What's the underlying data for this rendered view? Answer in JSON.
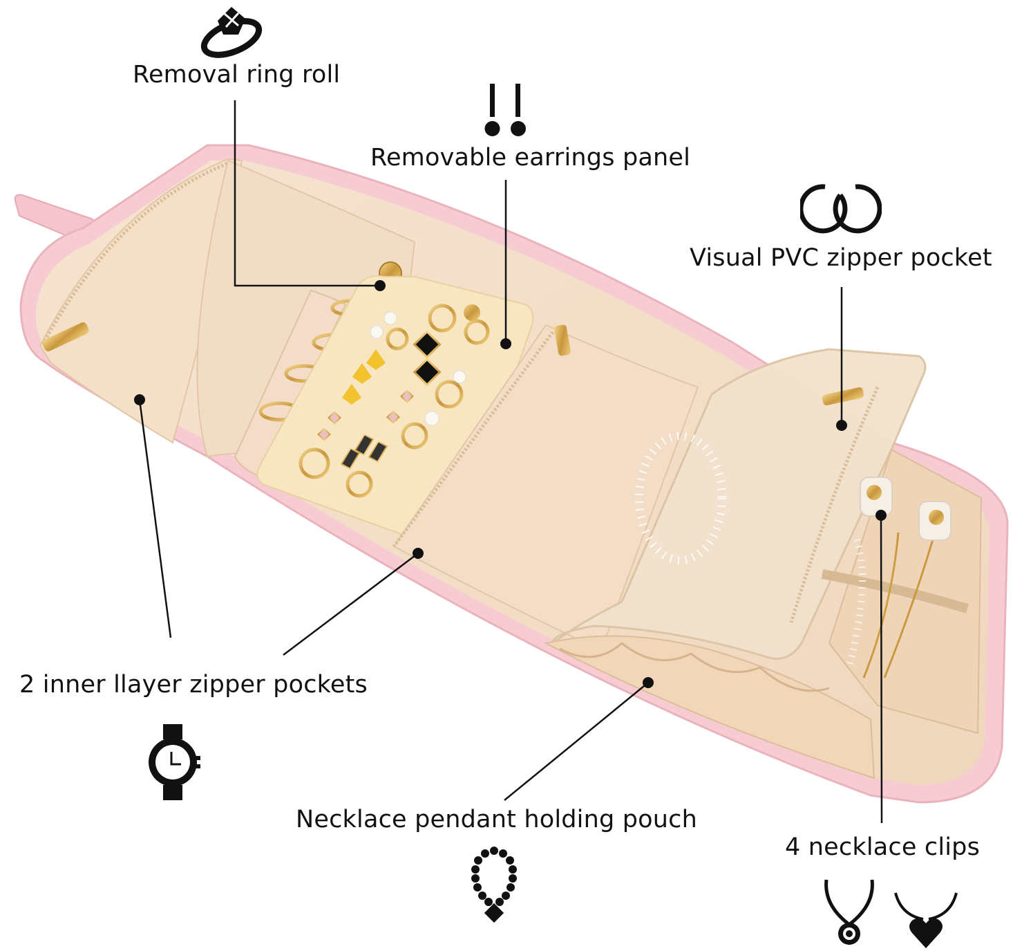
{
  "labels": {
    "ring_roll": "Removal ring roll",
    "earrings_panel": "Removable earrings panel",
    "pvc_pocket": "Visual PVC zipper pocket",
    "inner_pockets": "2 inner llayer zipper pockets",
    "pendant_pouch": "Necklace pendant holding pouch",
    "necklace_clips": "4 necklace clips"
  },
  "icons": {
    "ring": "ring-icon",
    "earrings": "earrings-icon",
    "hoops": "hoop-earrings-icon",
    "watch": "watch-icon",
    "bracelet": "bead-bracelet-icon",
    "pendant_round": "round-pendant-necklace-icon",
    "pendant_heart": "heart-pendant-necklace-icon"
  },
  "colors": {
    "trim_pink": "#f4c9cf",
    "lining_beige": "#f3dfca",
    "panel_cream": "#f7e6c0",
    "gold": "#d7a84a",
    "ink": "#111111"
  }
}
